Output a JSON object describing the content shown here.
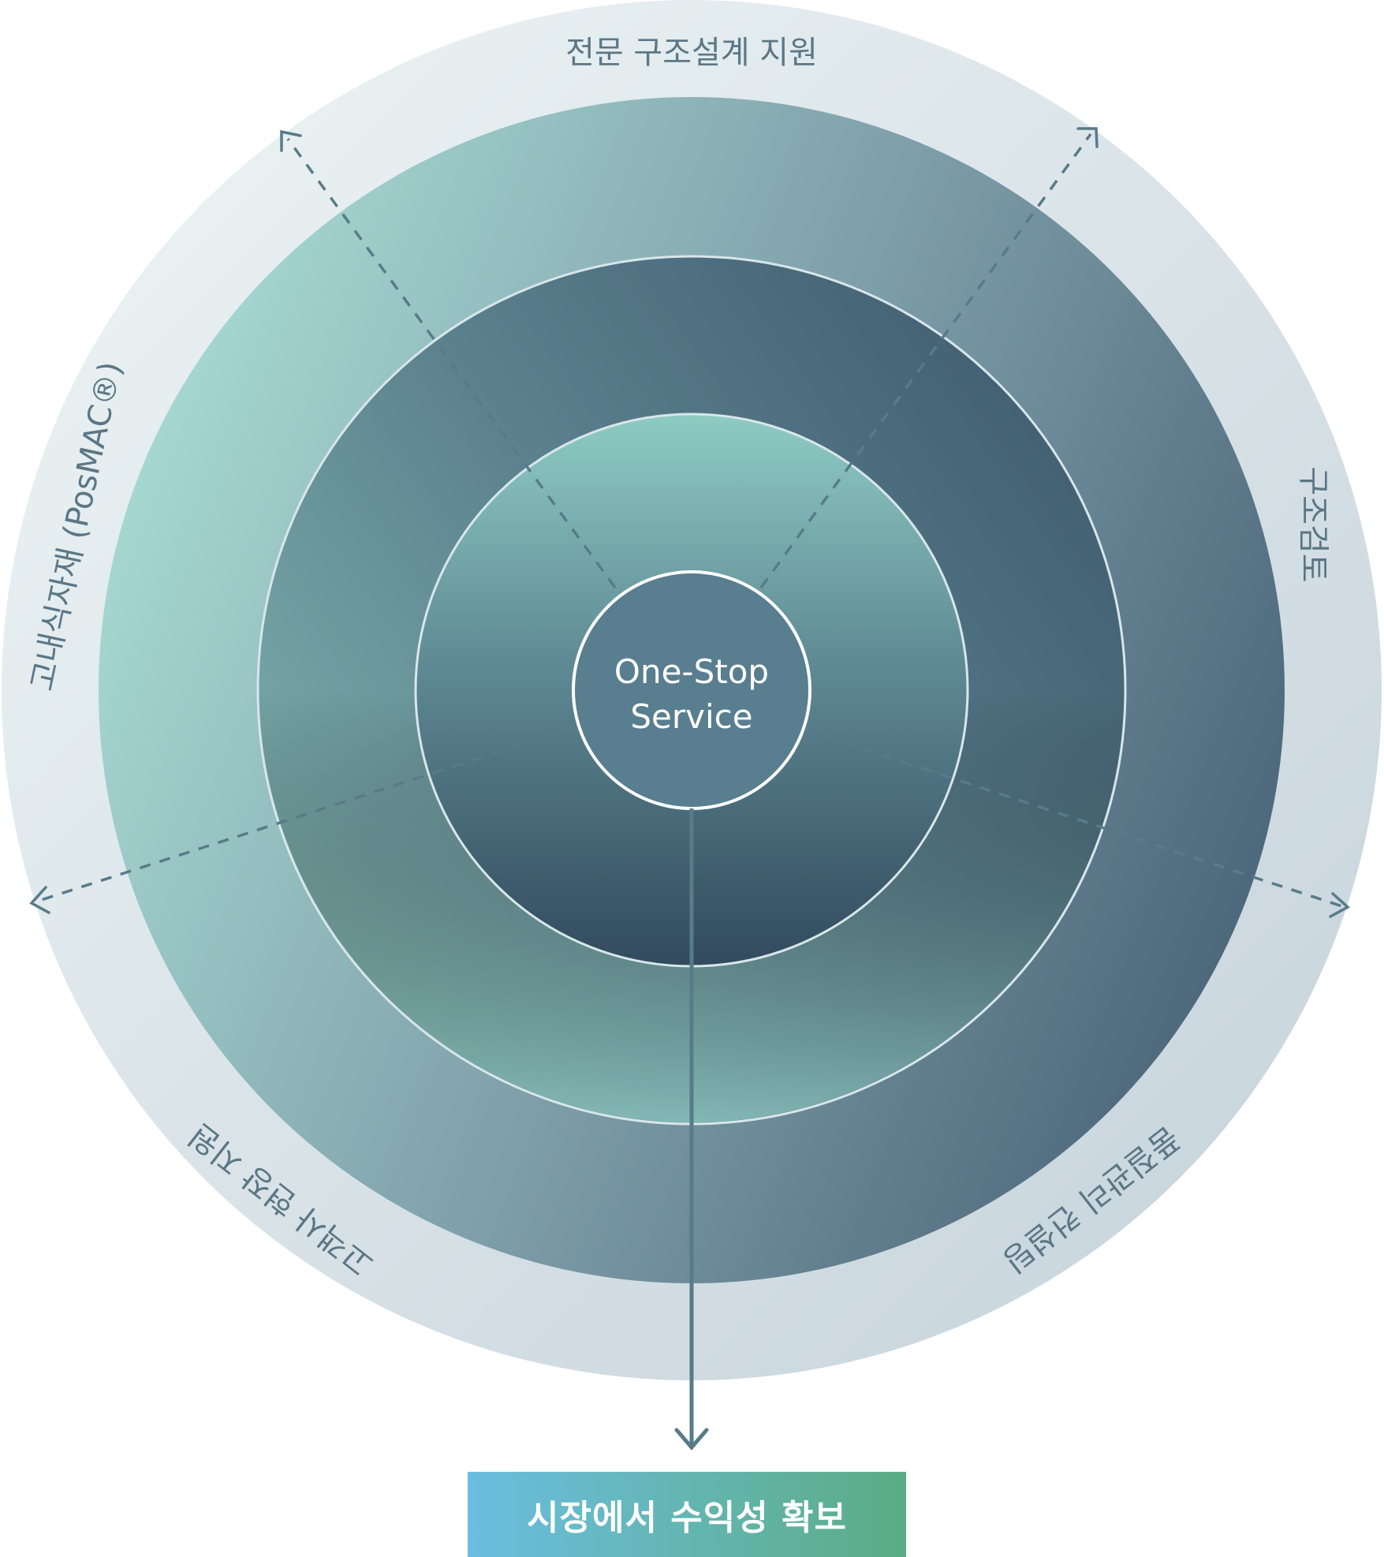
{
  "labels": {
    "top": "전문 구조설계 지원",
    "right": "구조검토",
    "bottom_right": "품질관리 컨설팅",
    "bottom_left": "고객사 현장 지원",
    "left": "고내식자재 (PosMAC®)"
  },
  "center": {
    "line1": "One-Stop",
    "line2": "Service"
  },
  "result": {
    "label": "시장에서 수익성 확보"
  },
  "colors": {
    "outer_ring_light": "#e9f0f2",
    "ring2_light": "#a6d8d0",
    "ring2_dark": "#4a6478",
    "ring3_light": "#7aaaa8",
    "ring3_dark": "#3f5c6e",
    "ring4_top": "#8ecac2",
    "ring4_bottom": "#344c60",
    "center_fill": "#587e8f",
    "arrow_color": "#567a8a",
    "label_color": "#5b7786"
  }
}
